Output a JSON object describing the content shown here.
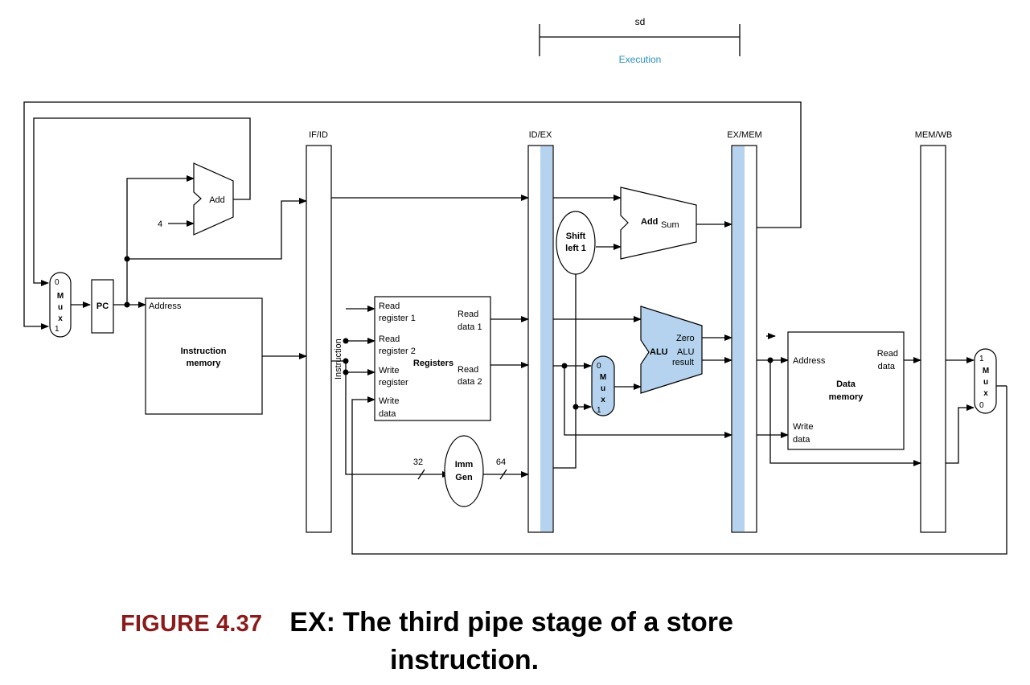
{
  "stage_bar": {
    "instruction": "sd",
    "stage": "Execution"
  },
  "pipeline_registers": {
    "if_id": "IF/ID",
    "id_ex": "ID/EX",
    "ex_mem": "EX/MEM",
    "mem_wb": "MEM/WB"
  },
  "pc_mux": {
    "in0": "0",
    "letters": [
      "M",
      "u",
      "x"
    ],
    "in1": "1"
  },
  "pc": "PC",
  "pc_adder": {
    "label": "Add",
    "constant": "4"
  },
  "instruction_memory": {
    "port": "Address",
    "title_line1": "Instruction",
    "title_line2": "memory",
    "output": "Instruction"
  },
  "registers": {
    "title": "Registers",
    "read_reg1": [
      "Read",
      "register 1"
    ],
    "read_reg2": [
      "Read",
      "register 2"
    ],
    "write_reg": [
      "Write",
      "register"
    ],
    "write_data": [
      "Write",
      "data"
    ],
    "read_data1": [
      "Read",
      "data 1"
    ],
    "read_data2": [
      "Read",
      "data 2"
    ]
  },
  "imm_gen": {
    "title_line1": "Imm",
    "title_line2": "Gen",
    "in_width": "32",
    "out_width": "64"
  },
  "shift_left": {
    "line1": "Shift",
    "line2": "left 1"
  },
  "branch_adder": {
    "label": "Add",
    "output": "Sum"
  },
  "alu_mux": {
    "in0": "0",
    "letters": [
      "M",
      "u",
      "x"
    ],
    "in1": "1"
  },
  "alu": {
    "label": "ALU",
    "zero": "Zero",
    "result_line1": "ALU",
    "result_line2": "result"
  },
  "data_memory": {
    "address": "Address",
    "title_line1": "Data",
    "title_line2": "memory",
    "write_data": [
      "Write",
      "data"
    ],
    "read_data": [
      "Read",
      "data"
    ]
  },
  "wb_mux": {
    "in1": "1",
    "letters": [
      "M",
      "u",
      "x"
    ],
    "in0": "0"
  },
  "caption": {
    "figure": "FIGURE 4.37",
    "title_line1": "EX: The third pipe stage of a store",
    "title_line2": "instruction."
  },
  "colors": {
    "highlight": "#b5d3ee",
    "line": "#000000",
    "stage_text": "#2a8fbf",
    "figure_label": "#8b1a1a"
  }
}
